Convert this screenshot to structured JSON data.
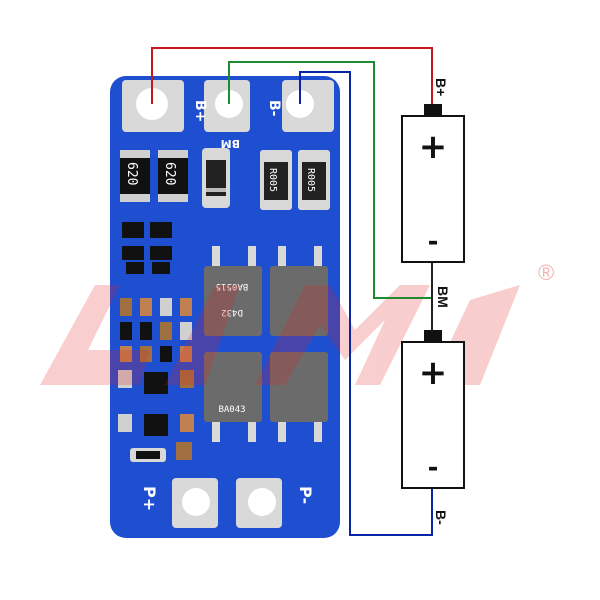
{
  "board": {
    "pads_top": [
      {
        "label": "B+",
        "wire_color": "#c8161d"
      },
      {
        "label": "B-",
        "wire_color": "#0a24a6"
      }
    ],
    "pad_bm_label": "BM",
    "pads_bottom": [
      "P+",
      "P-"
    ],
    "resistor_codes": [
      "620",
      "620",
      "R005",
      "R005"
    ],
    "mosfet_marks": [
      "BA0515",
      "D432",
      "BA043"
    ],
    "colors": {
      "pcb": "#1f4fd1",
      "pad": "#d9d9d9",
      "mosfet": "#6b6b6b"
    }
  },
  "wires": {
    "bplus": "#c8161d",
    "bm": "#1e8a32",
    "bminus": "#0a24a6"
  },
  "labels": {
    "b_plus": "B+",
    "bm": "BM",
    "b_minus": "B-"
  },
  "batteries": [
    {
      "pos_symbol": "+",
      "neg_symbol": "-"
    },
    {
      "pos_symbol": "+",
      "neg_symbol": "-"
    }
  ],
  "watermark": {
    "registered": "®"
  }
}
